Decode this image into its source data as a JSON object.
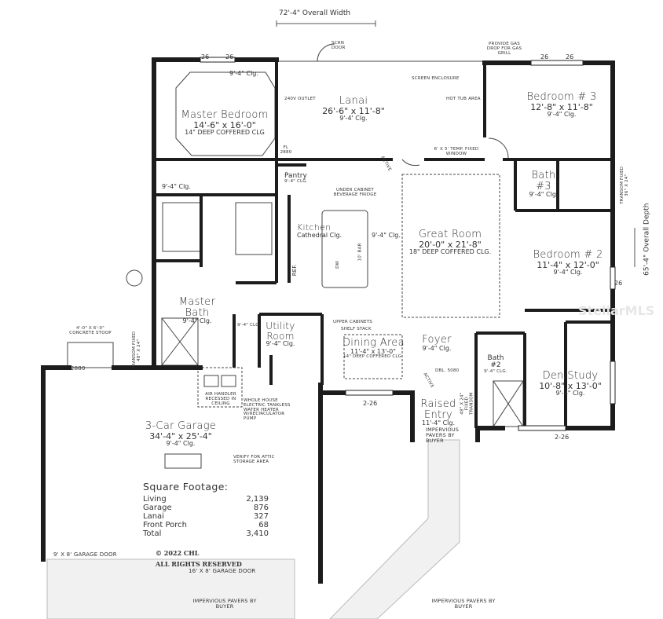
{
  "overall_width": "72'-4\" Overall Width",
  "overall_depth": "65'-4\" Overall Depth",
  "watermark": "StellarMLS",
  "rooms": {
    "master_bedroom": {
      "name": "Master Bedroom",
      "size": "14'-6\" x 16'-0\"",
      "note": "14\" DEEP COFFERED CLG",
      "clg": "9'-4\" Clg."
    },
    "lanai": {
      "name": "Lanai",
      "size": "26'-6\" x 11'-8\"",
      "clg": "9'-4' Clg."
    },
    "bedroom3": {
      "name": "Bedroom # 3",
      "size": "12'-8\" x 11'-8\"",
      "clg": "9'-4\" Clg."
    },
    "bath3": {
      "name": "Bath #3",
      "clg": "9'-4\" Clg."
    },
    "kitchen": {
      "name": "Kitchen",
      "clg": "Cathedral Clg."
    },
    "pantry": {
      "name": "Pantry",
      "clg": "9'-4\" Clg."
    },
    "great_room": {
      "name": "Great Room",
      "size": "20'-0\" x 21'-8\"",
      "note": "18\" DEEP COFFERED CLG.",
      "clg": "9'-4\" Clg."
    },
    "bedroom2": {
      "name": "Bedroom # 2",
      "size": "11'-4\" x 12'-0\"",
      "clg": "9'-4\" Clg."
    },
    "master_bath": {
      "name": "Master Bath",
      "clg": "9'-4\" Clg."
    },
    "wc_clg": "9'-4\" Clg.",
    "utility": {
      "name": "Utility Room",
      "clg": "9'-4\" Clg."
    },
    "dining": {
      "name": "Dining Area",
      "size": "11'-4\" x 13'-0\"",
      "note": "14\" DEEP COFFERED CLG."
    },
    "foyer": {
      "name": "Foyer",
      "clg": "9'-4\" Clg."
    },
    "bath2": {
      "name": "Bath #2",
      "clg": "9'-4\" Clg."
    },
    "den": {
      "name": "Den/Study",
      "size": "10'-8\" x 13'-0\"",
      "clg": "9'-4\" Clg."
    },
    "entry": {
      "name": "Raised Entry",
      "clg": "11'-4\" Clg."
    },
    "garage": {
      "name": "3-Car Garage",
      "size": "34'-4\" x 25'-4\"",
      "clg": "9'-4\" Clg."
    },
    "master_clg_left": "9'-4\" Clg."
  },
  "notes": {
    "provide_gas": "PROVIDE GAS DROP FOR GAS GRILL",
    "screen_enclosure": "SCREEN ENCLOSURE",
    "screen_door": "SCRN DOOR",
    "outlet": "240V OUTLET",
    "hot_tub": "HOT TUB AREA",
    "temp_window": "6' x 5' TEMP. FIXED WINDOW",
    "fl_door": "FL 2880",
    "beverage_fridge": "UNDER CABINET BEVERAGE FRIDGE",
    "active_lanai": "ACTIVE",
    "bar": "10' BAR",
    "dw": "DW",
    "ref": "Ref.",
    "upper_cabinets": "UPPER CABINETS",
    "shelf_stack": "SHELF STACK",
    "air_handler": "AIR HANDLER RECESSED IN CEILING",
    "water_heater": "WHOLE HOUSE ELECTRIC TANKLESS WATER HEATER W/RECIRCULATOR PUMP",
    "attic": "VERIFY FOR ATTIC STORAGE AREA",
    "stoop": "4'-0\" x 6'-0\" CONCRETE STOOP",
    "garage_door_2880": "2880",
    "transom_left": "TRANSOM FIXED 48\" X 24\"",
    "transom_right": "TRANSOM FIXED 36\" X 24\"",
    "transom_entry": "48\" X 24\" FIXED TRANSOM",
    "dbl_door": "DBL. 5080",
    "active_entry": "ACTIVE",
    "garage_door_9": "9' X 8' GARAGE DOOR",
    "garage_door_16": "16' X 8' GARAGE DOOR",
    "pavers_entry": "IMPERVIOUS PAVERS BY BUYER",
    "pavers_drive": "IMPERVIOUS PAVERS BY BUYER",
    "pavers_walk": "IMPERVIOUS PAVERS BY BUYER"
  },
  "windows": {
    "w1": "26",
    "w2": "26",
    "w3": "26",
    "w4": "26",
    "w5": "26",
    "dining": "2-26",
    "den": "2-26"
  },
  "square_footage": {
    "title": "Square Footage:",
    "rows": [
      {
        "label": "Living",
        "value": "2,139"
      },
      {
        "label": "Garage",
        "value": "876"
      },
      {
        "label": "Lanai",
        "value": "327"
      },
      {
        "label": "Front Porch",
        "value": "68"
      },
      {
        "label": "Total",
        "value": "3,410"
      }
    ]
  },
  "copyright": {
    "line1": "© 2022 CHL",
    "line2": "ALL RIGHTS RESERVED"
  }
}
